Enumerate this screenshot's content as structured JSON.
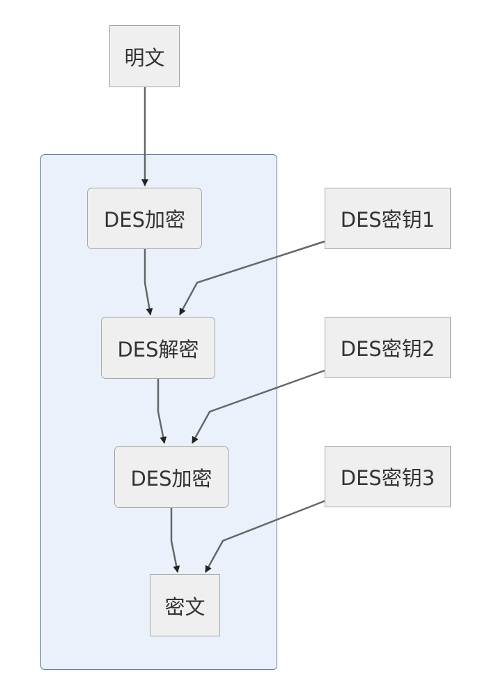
{
  "diagram": {
    "plaintext": "明文",
    "encrypt_1": "DES加密",
    "decrypt": "DES解密",
    "encrypt_2": "DES加密",
    "ciphertext": "密文",
    "key_1": "DES密钥1",
    "key_2": "DES密钥2",
    "key_3": "DES密钥3"
  },
  "edges": [
    {
      "from": "明文",
      "to": "DES加密"
    },
    {
      "from": "DES加密",
      "to": "DES解密"
    },
    {
      "from": "DES密钥1",
      "to": "DES解密"
    },
    {
      "from": "DES解密",
      "to": "DES加密"
    },
    {
      "from": "DES密钥2",
      "to": "DES加密"
    },
    {
      "from": "DES加密",
      "to": "密文"
    },
    {
      "from": "DES密钥3",
      "to": "密文"
    }
  ],
  "colors": {
    "cluster_fill": "#eaf1fb",
    "cluster_border": "#5b7fad",
    "node_fill": "#efefef",
    "node_border": "#a6a6a6",
    "edge": "#666666",
    "arrowhead": "#222222"
  }
}
